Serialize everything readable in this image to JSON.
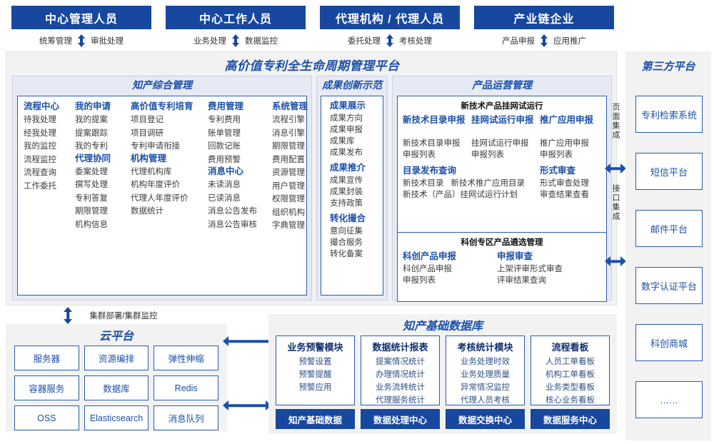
{
  "roles": [
    {
      "title": "中心管理人员",
      "left_action": "统筹管理",
      "right_action": "审批处理"
    },
    {
      "title": "中心工作人员",
      "left_action": "业务处理",
      "right_action": "数据监控"
    },
    {
      "title": "代理机构 / 代理人员",
      "left_action": "委托处理",
      "right_action": "考核处理"
    },
    {
      "title": "产业链企业",
      "left_action": "产品申报",
      "right_action": "应用推广"
    }
  ],
  "platform": {
    "title": "高价值专利全生命周期管理平台",
    "groups": {
      "comprehensive": {
        "title": "知产综合管理",
        "columns": [
          {
            "sections": [
              {
                "head": "流程中心",
                "items": [
                  "待我处理",
                  "经我处理",
                  "我的监控",
                  "流程监控",
                  "流程查询",
                  "工作委托"
                ]
              }
            ]
          },
          {
            "sections": [
              {
                "head": "我的申请",
                "items": [
                  "我的提案",
                  "提案跟踪",
                  "我的专利"
                ]
              },
              {
                "head": "代理协同",
                "items": [
                  "委案处理",
                  "撰写处理",
                  "专利答复",
                  "期限管理",
                  "机构信息"
                ]
              }
            ]
          },
          {
            "sections": [
              {
                "head": "高价值专利培育",
                "items": [
                  "项目登记",
                  "项目调研",
                  "专利申请衔接"
                ]
              },
              {
                "head": "机构管理",
                "items": [
                  "代理机构库",
                  "机构年度评价",
                  "代理人年度评价",
                  "数据统计"
                ]
              }
            ]
          },
          {
            "sections": [
              {
                "head": "费用管理",
                "items": [
                  "专利费用",
                  "账单管理",
                  "回款记账",
                  "费用预警"
                ]
              },
              {
                "head": "消息中心",
                "items": [
                  "未读消息",
                  "已读消息",
                  "消息公告发布",
                  "消息公告审核"
                ]
              }
            ]
          },
          {
            "sections": [
              {
                "head": "系统管理",
                "items": [
                  "流程引擎",
                  "消息引擎",
                  "期限管理",
                  "费用配置",
                  "资源管理",
                  "用户管理",
                  "权限管理",
                  "组织机构",
                  "字典管理"
                ]
              }
            ]
          }
        ]
      },
      "achievement": {
        "title": "成果创新示范",
        "sections": [
          {
            "head": "成果展示",
            "items": [
              "成果方向",
              "成果申报",
              "成果库",
              "成果发布"
            ]
          },
          {
            "head": "成果推介",
            "items": [
              "成果宣传",
              "成果封装",
              "支持政策"
            ]
          },
          {
            "head": "转化撮合",
            "items": [
              "意向征集",
              "撮合服务",
              "转化备案"
            ]
          }
        ]
      },
      "operations": {
        "title": "产品运营管理",
        "blocks": [
          {
            "head": "新技术产品挂网试运行",
            "columns": [
              {
                "head": "新技术目录申报",
                "items": [
                  "新技术目录申报",
                  "申报列表"
                ]
              },
              {
                "head": "挂网试运行申报",
                "items": [
                  "挂网试运行申报",
                  "申报列表"
                ]
              },
              {
                "head": "推广应用申报",
                "items": [
                  "推广应用申报",
                  "申报列表"
                ]
              }
            ],
            "lower": [
              {
                "head": "目录发布查询",
                "items": [
                  "新技术目录",
                  "新技术推广应用目录",
                  "新技术（产品）挂网试运行计划"
                ]
              },
              {
                "head": "形式审查",
                "items": [
                  "形式审查处理",
                  "审查结果查看"
                ]
              }
            ]
          },
          {
            "head": "科创专区产品遴选管理",
            "columns": [
              {
                "head": "科创产品申报",
                "items": [
                  "科创产品申报",
                  "申报列表"
                ]
              },
              {
                "head": "申报审查",
                "items": [
                  "上架评审形式审查",
                  "评审结果查询"
                ]
              }
            ]
          }
        ]
      }
    }
  },
  "integration": {
    "page_label": "页面集成",
    "api_label": "接口集成"
  },
  "third_party": {
    "title": "第三方平台",
    "items": [
      "专利检索系统",
      "短信平台",
      "邮件平台",
      "数字认证平台",
      "科创商城",
      "……"
    ]
  },
  "cloud": {
    "connector_label": "集群部署/集群监控",
    "title": "云平台",
    "cells": [
      "服务器",
      "资源编排",
      "弹性伸缩",
      "容器服务",
      "数据库",
      "Redis",
      "OSS",
      "Elasticsearch",
      "消息队列"
    ]
  },
  "database": {
    "title": "知产基础数据库",
    "columns": [
      {
        "head": "业务预警模块",
        "items": [
          "预警设置",
          "预警提醒",
          "预警应用"
        ],
        "foot": "知产基础数据"
      },
      {
        "head": "数据统计报表",
        "items": [
          "提案情况统计",
          "办理情况统计",
          "业务流转统计",
          "代理服务统计"
        ],
        "foot": "数据处理中心"
      },
      {
        "head": "考核统计模块",
        "items": [
          "业务处理时效",
          "业务处理质量",
          "异常情况监控",
          "代理人员考核"
        ],
        "foot": "数据交换中心"
      },
      {
        "head": "流程看板",
        "items": [
          "人员工单看板",
          "机构工单看板",
          "业务类型看板",
          "核心业务看板"
        ],
        "foot": "数据服务中心"
      }
    ]
  },
  "colors": {
    "brand_dark": "#17479E",
    "brand": "#1B50A8",
    "border": "#2A5CAA",
    "group_bg": "#E7E9F5",
    "panel_bg": "#f2f2f2"
  }
}
